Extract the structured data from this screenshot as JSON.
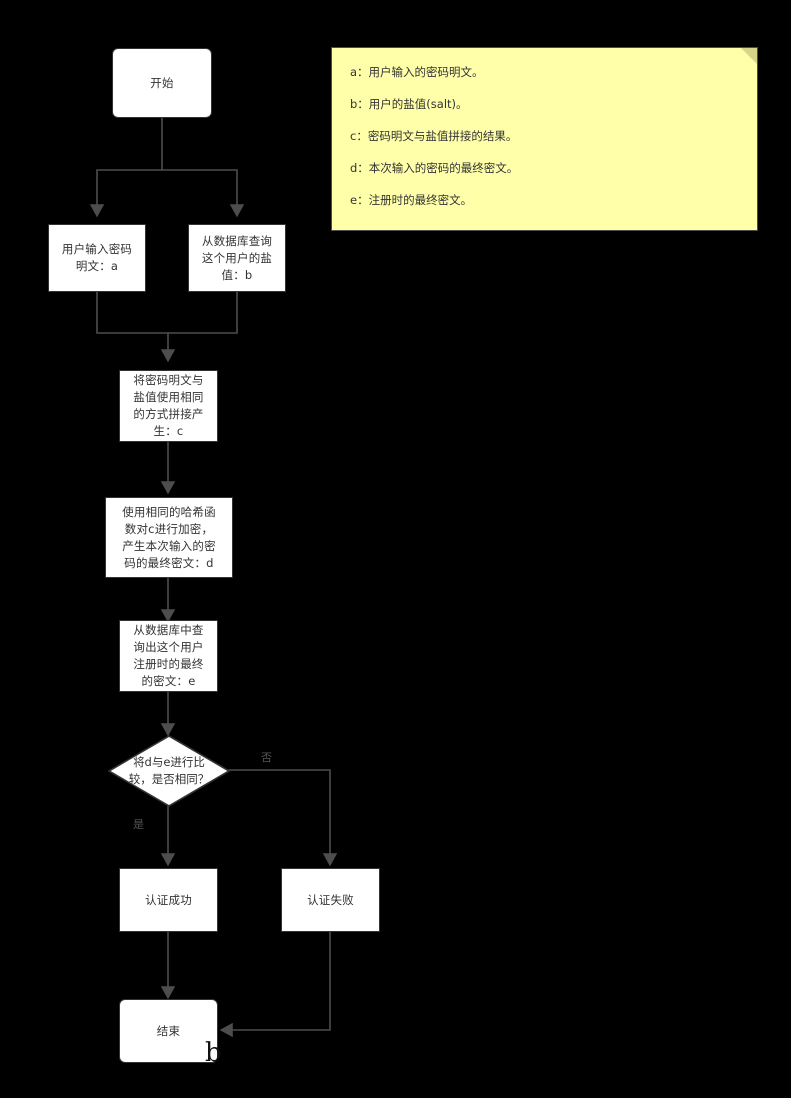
{
  "diagram": {
    "title_text": "",
    "colors": {
      "background": "#000000",
      "node_fill": "#ffffff",
      "node_stroke": "#333333",
      "text": "#333333",
      "edge": "#4d4d4d",
      "note_fill": "#ffffaa",
      "note_fold": "#d6d68a",
      "edge_label": "#555555"
    },
    "nodes": {
      "start": "开始",
      "input_password": "用户输入密码\n明文：a",
      "query_salt": "从数据库查询\n这个用户的盐\n值：b",
      "concat": "将密码明文与\n盐值使用相同\n的方式拼接产\n生：c",
      "hash": "使用相同的哈希函\n数对c进行加密，\n产生本次输入的密\n码的最终密文：d",
      "query_registered": "从数据库中查\n询出这个用户\n注册时的最终\n的密文：e",
      "decision": "将d与e进行比\n较，是否相同？",
      "auth_success": "认证成功",
      "auth_failure": "认证失败",
      "end": "结束"
    },
    "edge_labels": {
      "yes": "是",
      "no": "否"
    },
    "note": {
      "lines": [
        "a：用户输入的密码明文。",
        "b：用户的盐值(salt)。",
        "c：密码明文与盐值拼接的结果。",
        "d：本次输入的密码的最终密文。",
        "e：注册时的最终密文。"
      ]
    },
    "artifact": {
      "text_cursor": "b"
    }
  }
}
